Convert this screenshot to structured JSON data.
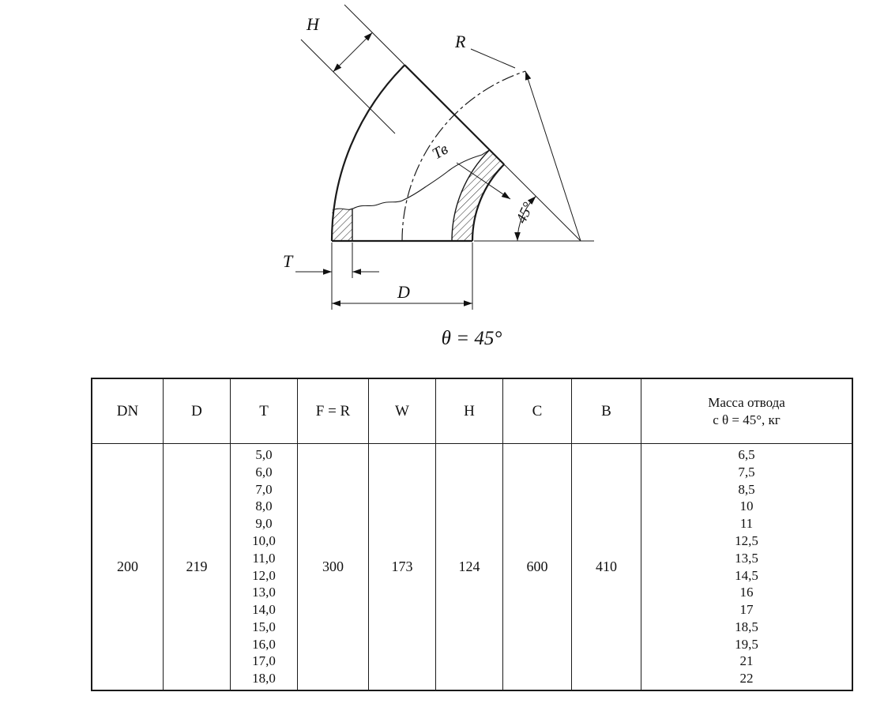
{
  "drawing": {
    "labels": {
      "h": "H",
      "r": "R",
      "tv": "Тв",
      "angle": "45°",
      "t": "T",
      "d": "D",
      "theta": "θ = 45°"
    }
  },
  "table": {
    "headers": [
      "DN",
      "D",
      "T",
      "F = R",
      "W",
      "H",
      "C",
      "B"
    ],
    "mass_header": {
      "line1": "Масса отвода",
      "line2": "с θ = 45°, кг"
    },
    "row": {
      "dn": "200",
      "d": "219",
      "t_values": [
        "5,0",
        "6,0",
        "7,0",
        "8,0",
        "9,0",
        "10,0",
        "11,0",
        "12,0",
        "13,0",
        "14,0",
        "15,0",
        "16,0",
        "17,0",
        "18,0"
      ],
      "f_r": "300",
      "w": "173",
      "h": "124",
      "c": "600",
      "b": "410",
      "mass_values": [
        "6,5",
        "7,5",
        "8,5",
        "10",
        "11",
        "12,5",
        "13,5",
        "14,5",
        "16",
        "17",
        "18,5",
        "19,5",
        "21",
        "22"
      ]
    }
  }
}
